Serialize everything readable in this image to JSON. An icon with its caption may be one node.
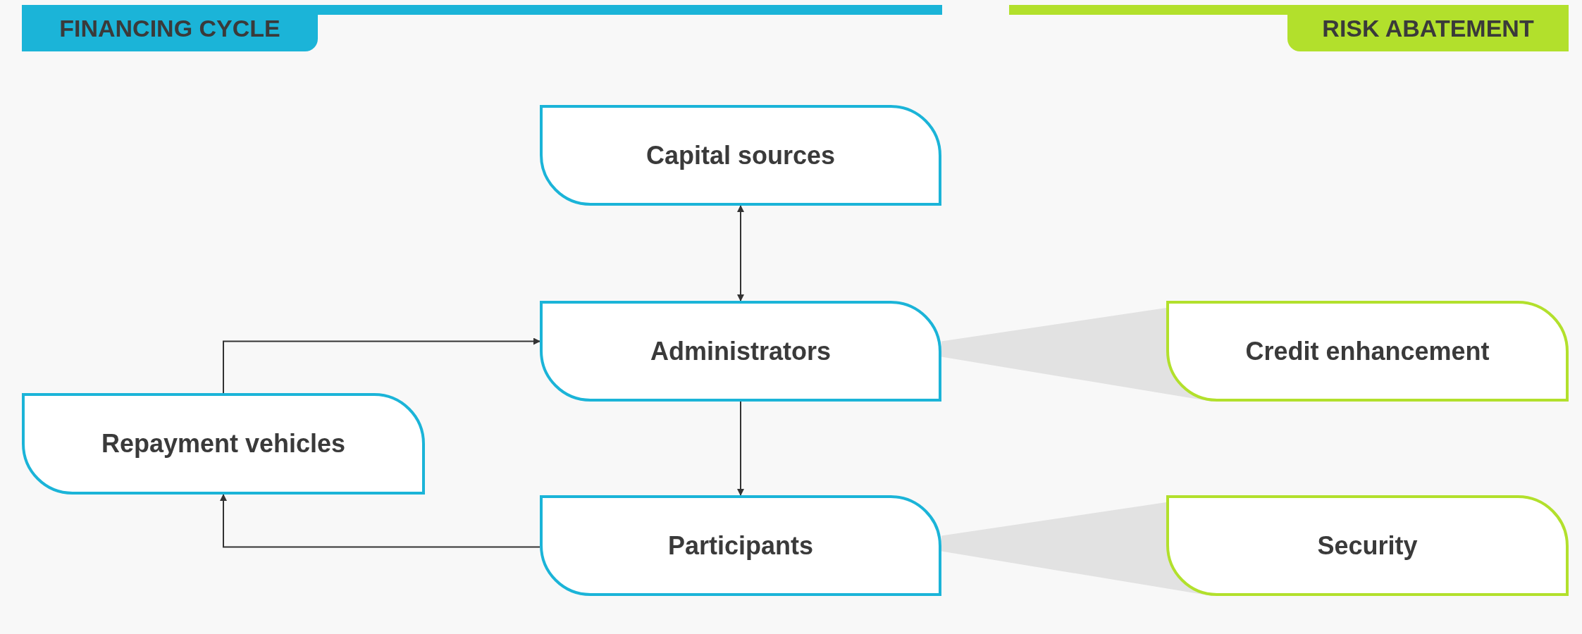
{
  "diagram": {
    "nodes": [
      {
        "text": [
          "FINANCING CYCLE"
        ]
      },
      {
        "text": [
          "RISK ABATEMENT"
        ]
      },
      {
        "text": [
          "Capital sources"
        ]
      },
      {
        "text": [
          "Administrators"
        ]
      },
      {
        "text": [
          "Credit enhancement"
        ]
      },
      {
        "text": [
          "Repayment vehicles"
        ]
      },
      {
        "text": [
          "Participants"
        ]
      },
      {
        "text": [
          "Security"
        ]
      }
    ],
    "edges": [
      {
        "from": 2,
        "to": 3,
        "arrow": "both"
      },
      {
        "from": 3,
        "to": 6,
        "arrow": "to"
      },
      {
        "from": 6,
        "to": 5,
        "arrow": "to"
      },
      {
        "from": 5,
        "to": 3,
        "arrow": "to"
      },
      {
        "from": 3,
        "to": 4,
        "arrow": "none",
        "style": "thick",
        "color": "#e2e2e2"
      },
      {
        "from": 6,
        "to": 7,
        "arrow": "none",
        "style": "thick",
        "color": "#e2e2e2"
      }
    ]
  }
}
